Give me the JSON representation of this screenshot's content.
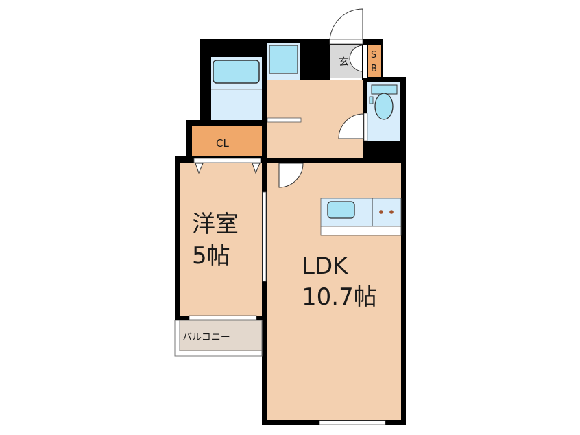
{
  "rooms": {
    "western_room": {
      "name": "洋室",
      "size": "5帖"
    },
    "ldk": {
      "name": "LDK",
      "size": "10.7帖"
    },
    "closet": {
      "label": "CL"
    },
    "shoe_box": {
      "label_line1": "S",
      "label_line2": "B"
    },
    "entrance": {
      "label": "玄"
    },
    "balcony": {
      "label": "バルコニー"
    }
  },
  "colors": {
    "floor": "#f3d0b0",
    "storage": "#f0a86a",
    "wet_area": "#d8edfb",
    "fixture": "#a9e3f4",
    "wall": "#000000",
    "entrance_floor": "#d9d9d9",
    "balcony_floor": "#e3d8cd"
  }
}
